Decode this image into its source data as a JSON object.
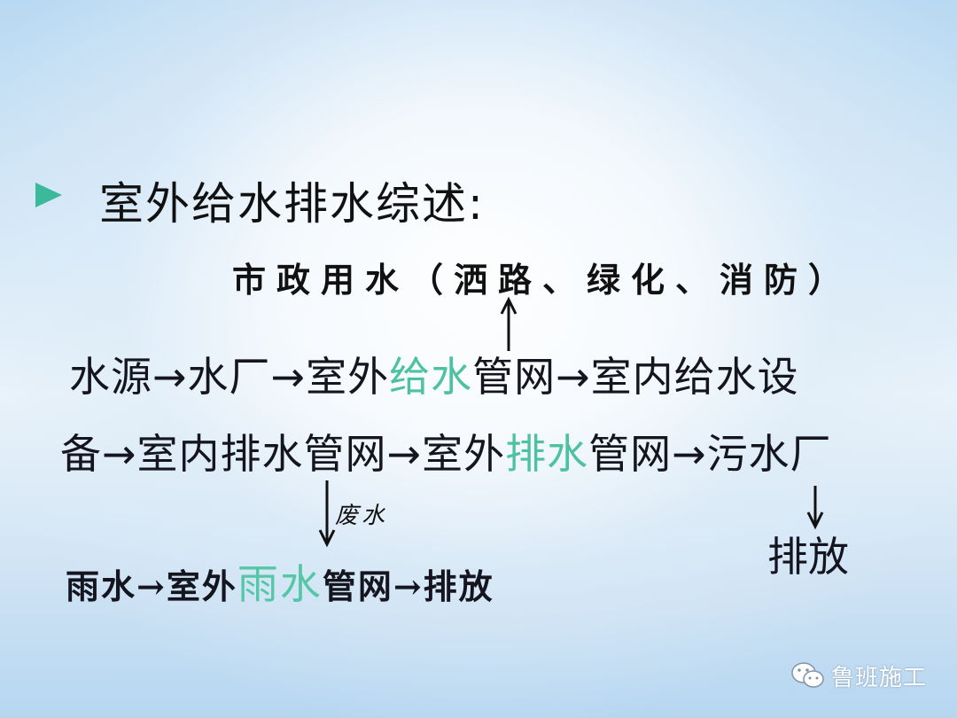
{
  "title": "室外给水排水综述:",
  "municipal_water": "市政用水（洒路、绿化、消防）",
  "line1": {
    "part_a": "水源→水厂→室外",
    "accent": "给水",
    "part_b": "管网→室内给水设"
  },
  "line2": {
    "part_a": "备→室内排水管网→室外",
    "accent": "排水",
    "part_b": "管网→污水厂"
  },
  "waste_water_label": "废水",
  "discharge_label": "排放",
  "line3": {
    "part_a": "雨水→室外",
    "accent": "雨水",
    "part_b": "管网→排放"
  },
  "brand": "鲁班施工",
  "colors": {
    "accent": "#4cc2a0",
    "bullet": "#3cb89a",
    "text": "#151520"
  },
  "icons": [
    "bullet-arrow-icon",
    "wechat-icon"
  ]
}
